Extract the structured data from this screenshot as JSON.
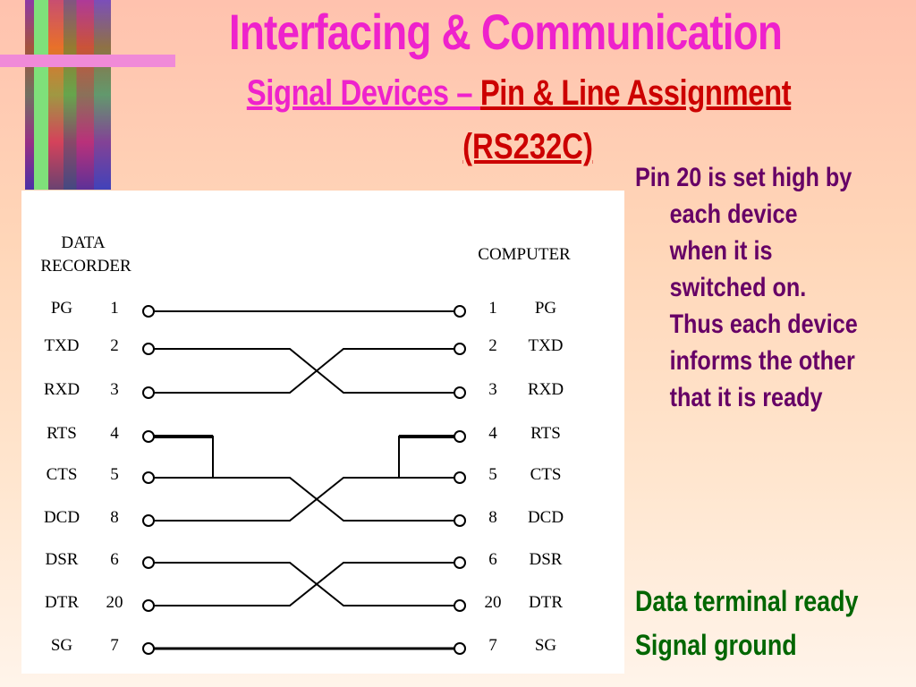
{
  "slide": {
    "title": "Interfacing & Communication",
    "subtitle_part1": "Signal Devices – ",
    "subtitle_part2": "Pin & Line Assignment",
    "subtitle_part3": "(RS232C)",
    "note_first": "Pin 20 is set high by",
    "note_rest": "each device when it is switched on. Thus each device informs the other that it is ready",
    "legend_dtr": "Data terminal ready",
    "legend_sg": "Signal ground"
  },
  "diagram": {
    "left_header_line1": "DATA",
    "left_header_line2": "RECORDER",
    "right_header": "COMPUTER",
    "rows": [
      {
        "signal": "PG",
        "pin": "1"
      },
      {
        "signal": "TXD",
        "pin": "2"
      },
      {
        "signal": "RXD",
        "pin": "3"
      },
      {
        "signal": "RTS",
        "pin": "4"
      },
      {
        "signal": "CTS",
        "pin": "5"
      },
      {
        "signal": "DCD",
        "pin": "8"
      },
      {
        "signal": "DSR",
        "pin": "6"
      },
      {
        "signal": "DTR",
        "pin": "20"
      },
      {
        "signal": "SG",
        "pin": "7"
      }
    ]
  }
}
